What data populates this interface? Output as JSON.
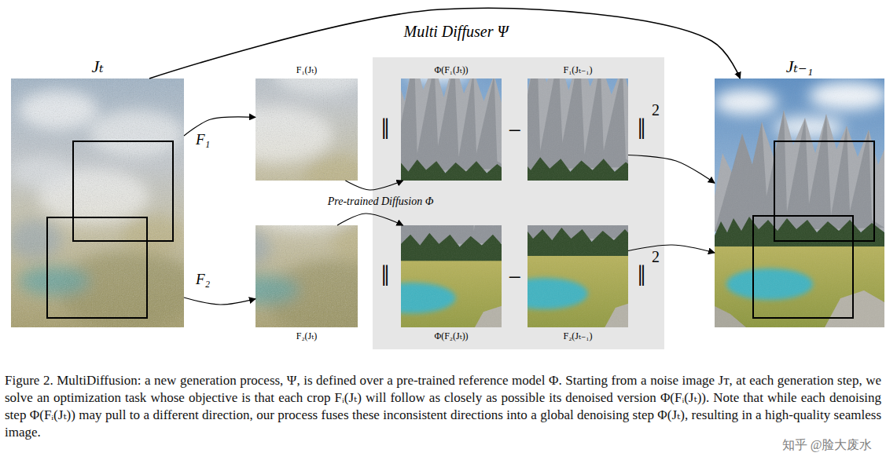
{
  "diagram": {
    "caption": "Figure 2. MultiDiffusion: a new generation process, Ψ, is defined over a pre-trained reference model Φ. Starting from a noise image Jᴛ, at each generation step, we solve an optimization task whose objective is that each crop Fᵢ(Jₜ) will follow as closely as possible its denoised version Φ(Fᵢ(Jₜ)). Note that while each denoising step Φ(Fᵢ(Jₜ)) may pull to a different direction, our process fuses these inconsistent directions into a global denoising step Φ(Jₜ), resulting in a high-quality seamless image.",
    "nodes": [
      {
        "text": [
          "Jₜ"
        ]
      },
      {
        "text": [
          "F₁(Jₜ)"
        ]
      },
      {
        "text": [
          "Φ(F₁(Jₜ))"
        ]
      },
      {
        "text": [
          "F₁(Jₜ₋₁)"
        ]
      },
      {
        "text": [
          "Jₜ₋₁"
        ]
      },
      {
        "text": [
          "F₂(Jₜ)"
        ]
      },
      {
        "text": [
          "Φ(F₂(Jₜ))"
        ]
      },
      {
        "text": [
          "F₂(Jₜ₋₁)"
        ]
      }
    ],
    "edges": [
      {
        "from": 0,
        "to": 4,
        "arrow": "to",
        "label": "Multi Diffuser Ψ"
      },
      {
        "from": 0,
        "to": 1,
        "arrow": "to",
        "label": "F₁"
      },
      {
        "from": 0,
        "to": 5,
        "arrow": "to",
        "label": "F₂"
      },
      {
        "from": 1,
        "to": 2,
        "arrow": "to"
      },
      {
        "from": 5,
        "to": 6,
        "arrow": "to"
      },
      {
        "from": 3,
        "to": 4,
        "arrow": "to"
      },
      {
        "from": 7,
        "to": 4,
        "arrow": "to"
      }
    ],
    "labels": [
      "‖",
      "−",
      "‖",
      "2",
      "‖",
      "−",
      "‖",
      "2",
      "Pre-trained Diffusion Φ",
      "知乎 @脸大废水"
    ]
  }
}
